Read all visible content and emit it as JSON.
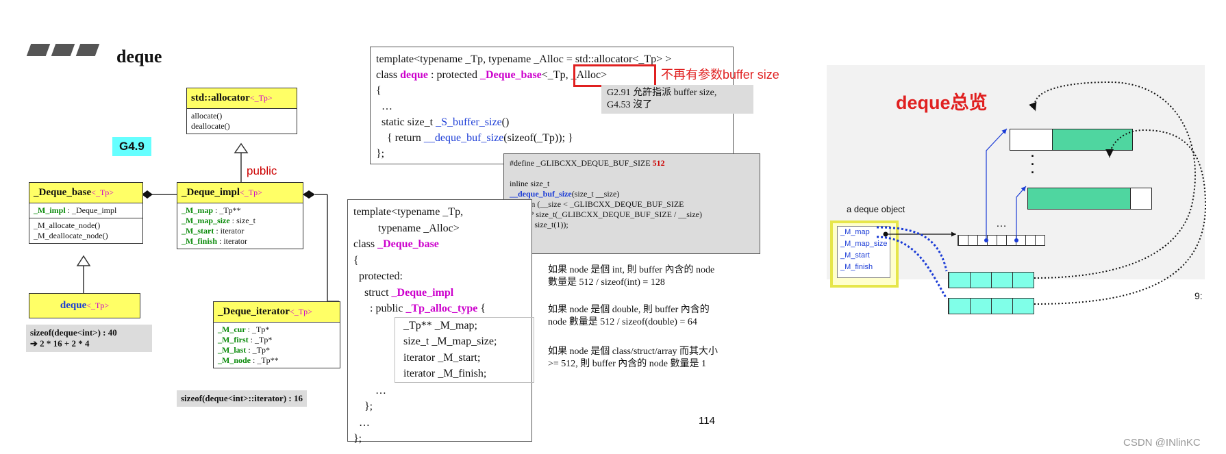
{
  "header": {
    "title": "deque"
  },
  "version_badge": "G4.9",
  "uml": {
    "allocator": {
      "name": "std::allocator",
      "tparam": "<_Tp>",
      "methods": [
        "allocate()",
        "deallocate()"
      ]
    },
    "deque_base": {
      "name": "_Deque_base",
      "tparam": "<_Tp>",
      "field_name": "_M_impl",
      "field_type": " : _Deque_impl",
      "methods": [
        "_M_allocate_node()",
        "_M_deallocate_node()"
      ]
    },
    "deque_impl": {
      "name": "_Deque_impl",
      "tparam": "<_Tp>",
      "fields": [
        {
          "name": "_M_map",
          "type": " : _Tp**"
        },
        {
          "name": "_M_map_size",
          "type": " : size_t"
        },
        {
          "name": "_M_start",
          "type": " : iterator"
        },
        {
          "name": "_M_finish",
          "type": " : iterator"
        }
      ]
    },
    "deque": {
      "name": "deque",
      "tparam": "<_Tp>"
    },
    "deque_iterator": {
      "name": "_Deque_iterator",
      "tparam": "<_Tp>",
      "fields": [
        {
          "name": "_M_cur",
          "type": " : _Tp*"
        },
        {
          "name": "_M_first",
          "type": " : _Tp*"
        },
        {
          "name": "_M_last",
          "type": " : _Tp*"
        },
        {
          "name": "_M_node",
          "type": " : _Tp**"
        }
      ]
    },
    "public_label": "public"
  },
  "sizeof_deque": {
    "line1": "sizeof(deque<int>) : 40",
    "line2": "➔ 2 * 16 + 2 * 4"
  },
  "sizeof_iterator": "sizeof(deque<int>::iterator) : 16",
  "code_top": {
    "line1": "template<typename _Tp, typename _Alloc = std::allocator<_Tp> >",
    "line2_pre": "class ",
    "line2_kw": "deque",
    "line2_mid": " : protected ",
    "line2_base": "_Deque_base",
    "line2_args": "<_Tp, _Alloc>",
    "line3": "{",
    "line4": "  …",
    "line5_pre": "  static size_t ",
    "line5_fn": "_S_buffer_size",
    "line5_post": "()",
    "line6_pre": "    { return ",
    "line6_fn": "__deque_buf_size",
    "line6_post": "(sizeof(_Tp)); }",
    "line7": "};"
  },
  "red_annotation": "不再有参数buffer size",
  "gray_note": {
    "line1": "G2.91 允許指派 buffer size,",
    "line2": "G4.53 沒了"
  },
  "code_define": {
    "line1_pre": "#define _GLIBCXX_DEQUE_BUF_SIZE ",
    "line1_val": "512",
    "line2": "inline size_t",
    "line3": "__deque_buf_size",
    "line3_post": "(size_t __size)",
    "line4": "{ return (__size < _GLIBCXX_DEQUE_BUF_SIZE",
    "line5": "          ? size_t(_GLIBCXX_DEQUE_BUF_SIZE / __size)",
    "line6": "          : size_t(1));",
    "line7": "}"
  },
  "code_base": {
    "line1": "template<typename _Tp,",
    "line2": "         typename _Alloc>",
    "line3_pre": "class ",
    "line3_name": "_Deque_base",
    "line4": "{",
    "line5": "  protected:",
    "line6_pre": "    struct ",
    "line6_name": "_Deque_impl",
    "line7_pre": "      : public ",
    "line7_name": "_Tp_alloc_type",
    "line7_post": " {",
    "line8": "_Tp** _M_map;",
    "line9": "size_t _M_map_size;",
    "line10": "iterator _M_start;",
    "line11": "iterator _M_finish;",
    "line12": "        …",
    "line13": "    };",
    "line14": "  …",
    "line15": "};"
  },
  "notes": {
    "n1a": "如果 node 是個 int, 則 buffer 內含的 node",
    "n1b": "數量是 512 / sizeof(int) = 128",
    "n2a": "如果 node 是個 double, 則 buffer 內含的",
    "n2b": "node 數量是 512 / sizeof(double) = 64",
    "n3a": "如果 node 是個 class/struct/array 而其大小",
    "n3b": ">= 512, 則 buffer 內含的 node 數量是 1"
  },
  "page_number": "114",
  "right": {
    "title": "deque总览",
    "object_label": "a deque object",
    "fields": [
      "_M_map",
      "_M_map_size",
      "_M_start",
      "_M_finish"
    ],
    "ellipsis": "…",
    "dots_v": "⋮",
    "page_fragment": "9:"
  },
  "footer": "CSDN @INlinKC",
  "colors": {
    "accent_yellow": "#ffff66",
    "teal": "#4fd6a0",
    "cyan": "#80ffe8",
    "red": "#e02020",
    "blue": "#1a3bd6",
    "green": "#0a8a0a",
    "magenta": "#cc00cc"
  }
}
